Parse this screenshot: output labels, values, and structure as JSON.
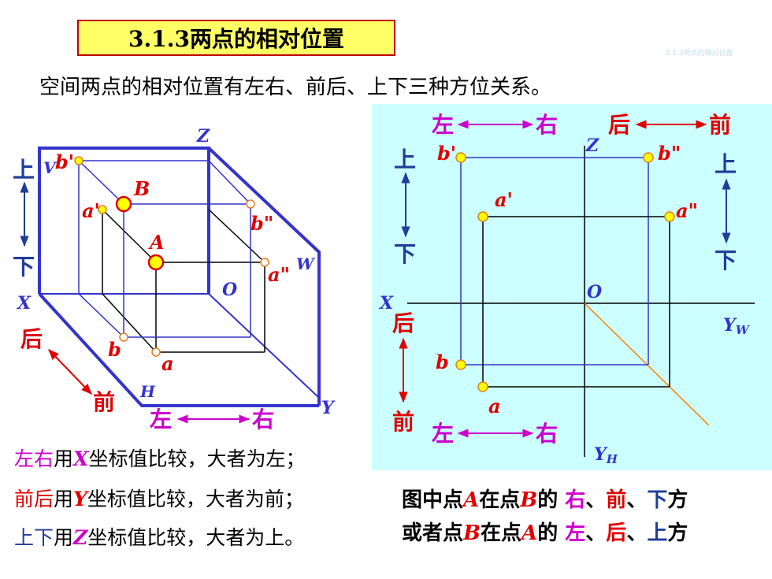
{
  "title": "3.1.3两点的相对位置",
  "watermark": "3.1.3两点的相对位置",
  "subtitle": "空间两点的相对位置有左右、前后、上下三种方位关系。",
  "colors": {
    "blue": "#3333cc",
    "red": "#e00000",
    "magenta": "#cc00cc",
    "navy": "#1f3d99",
    "panel": "#ccffff",
    "point": "#ffff00",
    "orange": "#ff8000"
  },
  "diagram3d": {
    "axis_x": "X",
    "axis_y": "Y",
    "axis_z": "Z",
    "origin": "O",
    "plane_v": "V",
    "plane_w": "W",
    "plane_h": "H",
    "pt_A": "A",
    "pt_B": "B",
    "pt_a": "a",
    "pt_a1": "a'",
    "pt_a2": "a\"",
    "pt_b": "b",
    "pt_b1": "b'",
    "pt_b2": "b\"",
    "dir_up": "上",
    "dir_down": "下",
    "dir_back": "后",
    "dir_front": "前",
    "dir_left": "左",
    "dir_right": "右"
  },
  "projection": {
    "axis_x": "X",
    "axis_z": "Z",
    "origin": "O",
    "axis_yw": "Y",
    "axis_yw_sub": "W",
    "axis_yh": "Y",
    "axis_yh_sub": "H",
    "pt_a": "a",
    "pt_a1": "a'",
    "pt_a2": "a\"",
    "pt_b": "b",
    "pt_b1": "b'",
    "pt_b2": "b\"",
    "top_left": "左",
    "top_right": "右",
    "top_back": "后",
    "top_front": "前",
    "left_up": "上",
    "left_down": "下",
    "right_up": "上",
    "right_down": "下",
    "lower_back": "后",
    "lower_front": "前",
    "bottom_left": "左",
    "bottom_right": "右"
  },
  "rules": [
    {
      "pair": "左右",
      "pre": "用",
      "axis": "X",
      "post": "坐标值比较，大者为左；"
    },
    {
      "pair": "前后",
      "pre": "用",
      "axis": "Y",
      "post": "坐标值比较，大者为前；"
    },
    {
      "pair": "上下",
      "pre": "用",
      "axis": "Z",
      "post": "坐标值比较，大者为上。"
    }
  ],
  "conclusion": {
    "l1_a": "图中点",
    "l1_pt1": "A",
    "l1_b": "在点",
    "l1_pt2": "B",
    "l1_c": "的 ",
    "l1_d1": "右",
    "l1_s1": "、",
    "l1_d2": "前",
    "l1_s2": "、",
    "l1_d3": "下",
    "l1_e": "方",
    "l2_a": "或者点",
    "l2_pt1": "B",
    "l2_b": "在点",
    "l2_pt2": "A",
    "l2_c": "的 ",
    "l2_d1": "左",
    "l2_s1": "、",
    "l2_d2": "后",
    "l2_s2": "、",
    "l2_d3": "上",
    "l2_e": "方"
  }
}
